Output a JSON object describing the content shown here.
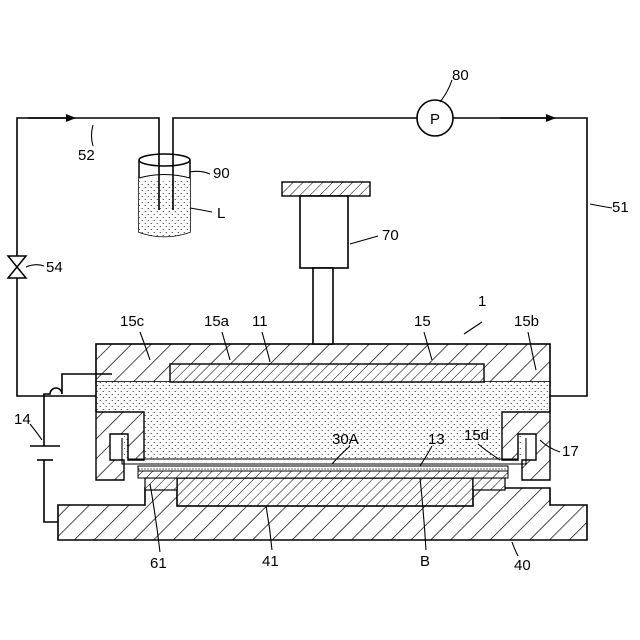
{
  "labels": {
    "pump_symbol": "P",
    "pump": "80",
    "liquid_container": "90",
    "liquid": "L",
    "line_return": "52",
    "line_supply": "51",
    "valve": "54",
    "actuator": "70",
    "assembly": "1",
    "chamber_left": "15c",
    "chamber_main": "15a",
    "electrode_top": "11",
    "lid": "15",
    "chamber_right": "15b",
    "power_source": "14",
    "layer": "30A",
    "membrane": "13",
    "gap": "15d",
    "frame": "17",
    "spacer": "61",
    "lower_electrode": "41",
    "substrate": "B",
    "base": "40"
  },
  "colors": {
    "line": "#000000",
    "background": "#ffffff"
  }
}
